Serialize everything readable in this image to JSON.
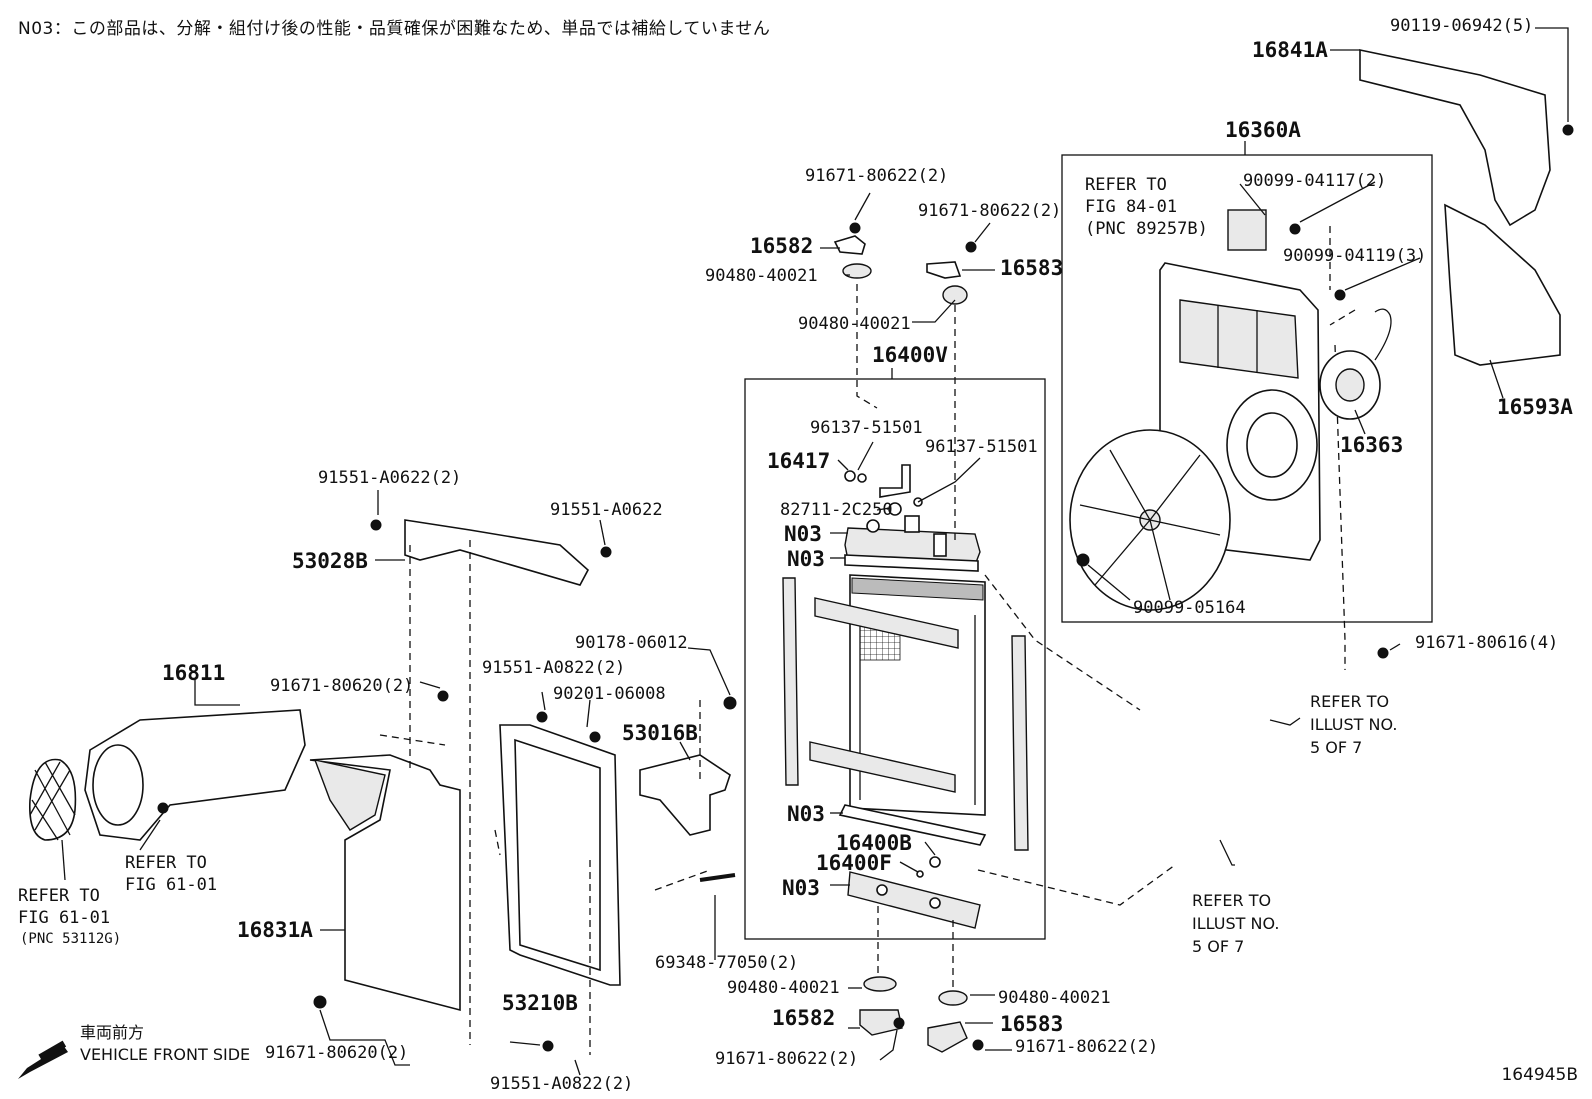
{
  "note": "N03：この部品は、分解・組付け後の性能・品質確保が困難なため、単品では補給していません",
  "figure_id": "164945B",
  "front_arrow": {
    "jp": "車両前方",
    "en": "VEHICLE FRONT SIDE"
  },
  "group_labels": {
    "radiator_assy": "16400V",
    "fan_shroud_assy": "16360A"
  },
  "parts": {
    "p16841A": "16841A",
    "p90119": "90119-06942(5)",
    "p16593A": "16593A",
    "p16363": "16363",
    "p90099_04117": "90099-04117(2)",
    "p90099_04119": "90099-04119(3)",
    "p90099_05164": "90099-05164",
    "p91671_80616": "91671-80616(4)",
    "p91671_80622_a": "91671-80622(2)",
    "p91671_80622_b": "91671-80622(2)",
    "p91671_80622_c": "91671-80622(2)",
    "p91671_80622_d": "91671-80622(2)",
    "p16582_top": "16582",
    "p16583_top": "16583",
    "p16582_bot": "16582",
    "p16583_bot": "16583",
    "p90480_a": "90480-40021",
    "p90480_b": "90480-40021",
    "p90480_c": "90480-40021",
    "p90480_d": "90480-40021",
    "p96137_a": "96137-51501",
    "p96137_b": "96137-51501",
    "p16417": "16417",
    "p82711": "82711-2C250",
    "n03_1": "N03",
    "n03_2": "N03",
    "n03_3": "N03",
    "n03_4": "N03",
    "p16400B": "16400B",
    "p16400F": "16400F",
    "p91551_A0622_2": "91551-A0622(2)",
    "p91551_A0622": "91551-A0622",
    "p53028B": "53028B",
    "p16811": "16811",
    "p91671_80620_a": "91671-80620(2)",
    "p91671_80620_b": "91671-80620(2)",
    "p91551_A0822_a": "91551-A0822(2)",
    "p91551_A0822_b": "91551-A0822(2)",
    "p90201": "90201-06008",
    "p90178": "90178-06012",
    "p53016B": "53016B",
    "p16831A": "16831A",
    "p53210B": "53210B",
    "p69348": "69348-77050(2)"
  },
  "references": {
    "fig84": "REFER TO\nFIG 84-01\n(PNC 89257B)",
    "fig61_a": "REFER TO\nFIG 61-01",
    "fig61_b": "REFER TO\nFIG 61-01",
    "fig61_b_pnc": "(PNC 53112G)",
    "illust_a": "REFER TO\nILLUST NO.\n5 OF 7",
    "illust_b": "REFER TO\nILLUST NO.\n5 OF 7"
  }
}
